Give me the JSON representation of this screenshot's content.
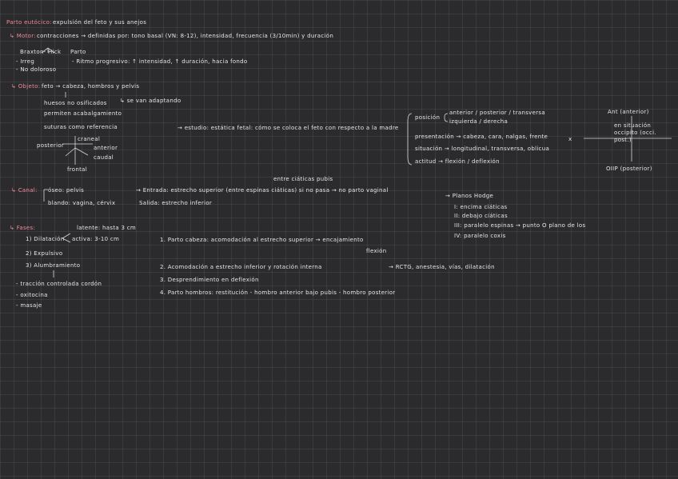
{
  "title": {
    "label": "Parto eutócico:",
    "text": "expulsión del feto y sus anejos"
  },
  "motor": {
    "label": "↳ Motor:",
    "line": "contracciones → definidas por: tono basal (VN: 8-12), intensidad, frecuencia (3/10min) y duración",
    "sub_left": "Braxton- Hick",
    "sub_right": "Parto",
    "item1": "- Irreg",
    "item1_right": "- Ritmo progresivo: ↑ intensidad, ↑ duración, hacia fondo",
    "item2": "- No doloroso"
  },
  "objeto": {
    "label": "↳ Objeto:",
    "line": "feto → cabeza, hombros y pelvis",
    "note1": "huesos no osificados",
    "note1_right": "↳ se van adaptando",
    "note2": "permiten acabalgamiento",
    "note3": "suturas como referencia",
    "cranial": "craneal",
    "anterior": "anterior",
    "caudal": "caudal",
    "posterior": "posterior",
    "frontal": "frontal",
    "estatica": "→ estudio: estática fetal: cómo se coloca el feto con respecto a la madre",
    "posicion": "posición",
    "pos_opt1": "anterior / posterior / transversa",
    "pos_opt2": "izquierda / derecha",
    "presentacion": "presentación → cabeza, cara, nalgas, frente",
    "situacion": "situación → longitudinal, transversa, oblicua",
    "actitud": "actitud → flexión / deflexión",
    "x_mark": "x",
    "axis_top": "Ant (anterior)",
    "axis_right": "en situación occipito (occi. post.)",
    "axis_bottom": "OIIP (posterior)"
  },
  "canal": {
    "label": "↳ Canal:",
    "oseo": "óseo: pelvis",
    "blando": "blando: vagina, cérvix",
    "entrada": "→ Entrada: estrecho superior (entre espinas ciáticas) si no pasa → no parto vaginal",
    "salida": "Salida: estrecho inferior",
    "note_top": "entre ciáticas pubis",
    "planos": "→ Planos Hodge",
    "plano1": "I: encima ciáticas",
    "plano2": "II: debajo ciáticas",
    "plano3": "III: paralelo espinas → punto O plano de los",
    "plano4": "IV: paralelo coxis"
  },
  "fases": {
    "label": "↳ Fases:",
    "latente": "latente: hasta 3 cm",
    "dilatacion": "1) Dilatación",
    "activa": "activa: 3-10 cm",
    "expulsivo": "2) Expulsivo",
    "alumbramiento": "3) Alumbramiento",
    "m1": "- tracción controlada cordón",
    "m2": "- oxitocina",
    "m3": "- masaje",
    "p1": "1. Parto cabeza: acomodación al estrecho superior → encajamiento",
    "p1b": "flexión",
    "p2": "2. Acomodación a estrecho inferior y rotación interna",
    "p2_right": "→ RCTG, anestesia, vías, dilatación",
    "p3": "3. Desprendimiento en deflexión",
    "p4": "4. Parto hombros: restitución - hombro anterior bajo pubis - hombro posterior"
  }
}
